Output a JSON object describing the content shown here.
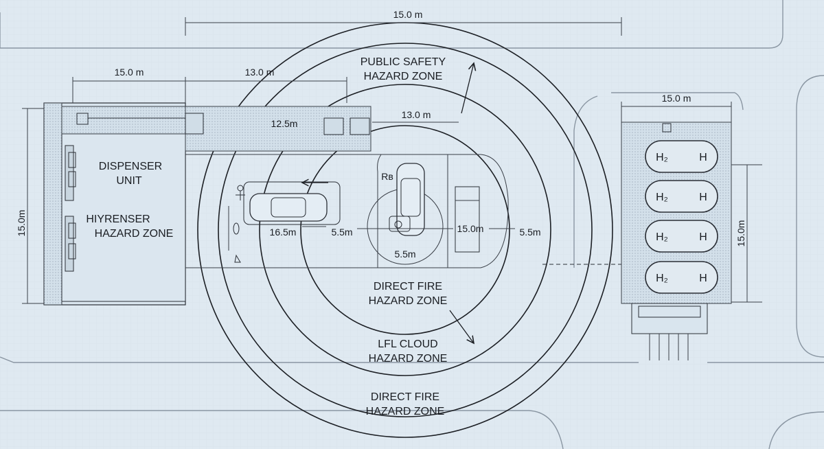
{
  "zones": {
    "public_safety": [
      "PUBLIC SAFETY",
      "HAZARD ZONE"
    ],
    "direct_fire_inner": [
      "DIRECT FIRE",
      "HAZARD ZONE"
    ],
    "lfl_cloud": [
      "LFL CLOUD",
      "HAZARD ZONE"
    ],
    "direct_fire_outer": [
      "DIRECT FIRE",
      "HAZARD ZONE"
    ],
    "dispenser_unit": [
      "DISPENSER",
      "UNIT"
    ],
    "hiyrenser": [
      "HIYRENSER",
      "HAZARD ZONE"
    ]
  },
  "dimensions": {
    "top_overall": "15.0 m",
    "left_top": "15.0 m",
    "mid_top": "13.0 m",
    "storage_top": "15.0 m",
    "right_side": "15.0m",
    "left_side": "15.0m",
    "inner_right": "13.0 m",
    "inner_left": "12.5m",
    "radius_left_outer": "16.5m",
    "radius_left_inner": "5.5m",
    "radius_bottom": "5.5m",
    "radius_right_inner": "15.0m",
    "radius_right_outer": "5.5m"
  },
  "symbols": {
    "h2_label": "H₂",
    "h_label": "H",
    "rb_label": "Rʙ",
    "tank_count": 4
  }
}
